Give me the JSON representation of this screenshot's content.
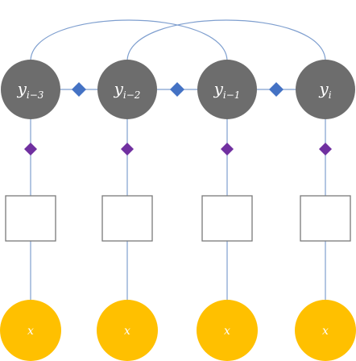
{
  "colors": {
    "edge": "#7f9fcf",
    "label_factor": "#4472c4",
    "emission_factor": "#7030a0",
    "label_node": "#6d6d6d",
    "input_node": "#ffc000",
    "box_border": "#7a7a7a"
  },
  "labels": [
    {
      "main": "y",
      "sub": "i−3"
    },
    {
      "main": "y",
      "sub": "i−2"
    },
    {
      "main": "y",
      "sub": "i−1"
    },
    {
      "main": "y",
      "sub": "i"
    }
  ],
  "inputs": [
    {
      "label": "x"
    },
    {
      "label": "x"
    },
    {
      "label": "x"
    },
    {
      "label": "x"
    }
  ],
  "skip_connections": [
    {
      "from": 0,
      "to": 2
    },
    {
      "from": 1,
      "to": 3
    }
  ]
}
